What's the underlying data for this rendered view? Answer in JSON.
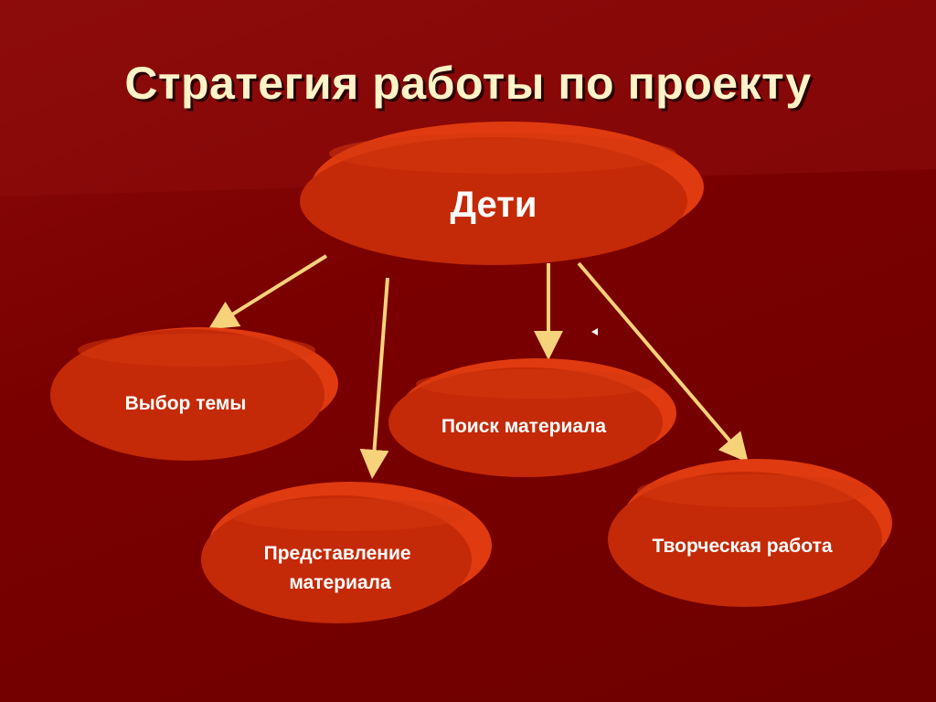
{
  "title": "Стратегия работы по проекту",
  "colors": {
    "background": "#7a0000",
    "node_fill": "#c42a08",
    "node_shadow": "#e03a10",
    "arrow": "#f6d27a",
    "title_text": "#fff3c8",
    "node_text": "#ffffff"
  },
  "nodes": {
    "root": {
      "label": "Дети"
    },
    "topic": {
      "label": "Выбор темы"
    },
    "search": {
      "label": "Поиск материала"
    },
    "presentation": {
      "line1": "Представление",
      "line2": "материала"
    },
    "creative": {
      "label": "Творческая работа"
    }
  },
  "edges": [
    {
      "from": "Дети",
      "to": "Выбор темы"
    },
    {
      "from": "Дети",
      "to": "Представление материала"
    },
    {
      "from": "Дети",
      "to": "Поиск материала"
    },
    {
      "from": "Дети",
      "to": "Творческая работа"
    }
  ]
}
